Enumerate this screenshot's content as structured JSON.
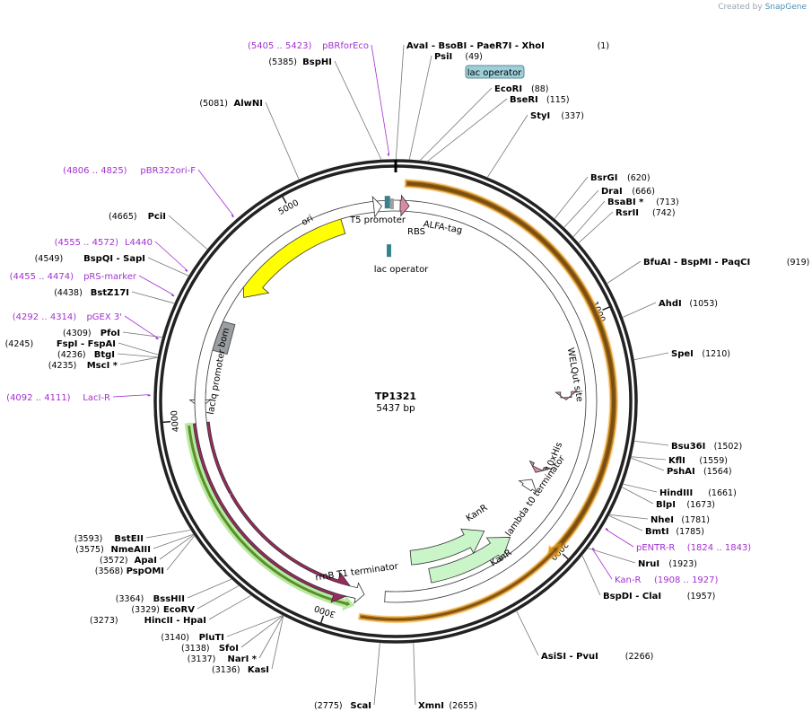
{
  "credit": {
    "prefix": "Created by",
    "brand": "SnapGene"
  },
  "plasmid": {
    "name": "TP1321",
    "length_label": "5437 bp",
    "length": 5437
  },
  "ticks": [
    1000,
    2000,
    3000,
    4000,
    5000
  ],
  "features": [
    {
      "name": "ori",
      "start": 4596,
      "end": 5184,
      "direction": "reverse",
      "color": "#ffff00"
    },
    {
      "name": "bom",
      "start": 4437,
      "end": 4330,
      "direction": "none",
      "color": "#9a9da1"
    },
    {
      "name": "lacIq promoter",
      "start": 4048,
      "end": 4126,
      "direction": "reverse",
      "color": "#ffffff"
    },
    {
      "name": "lacI",
      "start": 2900,
      "end": 3982,
      "direction": "reverse",
      "color": "#9b2a5e"
    },
    {
      "name": "rrnB T1 terminator",
      "start": 2858,
      "end": 2766,
      "direction": "reverse",
      "color": "#ffffff"
    },
    {
      "name": "KanR",
      "start": 2113,
      "end": 2550,
      "direction": "reverse",
      "color": "#c9f5c9"
    },
    {
      "name": "KanR",
      "start": 2200,
      "end": 2635,
      "direction": "reverse",
      "color": "#c9f5c9"
    },
    {
      "name": "lambda t0 terminator",
      "start": 1810,
      "end": 1865,
      "direction": "reverse",
      "color": "#ffffff"
    },
    {
      "name": "10xHis",
      "start": 1740,
      "end": 1766,
      "direction": "forward",
      "color": "#d98ba6"
    },
    {
      "name": "WELQut site",
      "start": 1340,
      "end": 1352,
      "direction": "forward",
      "color": "#d98ba6"
    },
    {
      "name": "T5 promoter",
      "start": 5340,
      "end": 5375,
      "direction": "forward",
      "color": "#ffffff"
    },
    {
      "name": "lac operator",
      "start": 5393,
      "end": 5410,
      "direction": "none",
      "color": "#39818f"
    },
    {
      "name": "RBS",
      "start": 5414,
      "end": 5428,
      "direction": "none",
      "color": "#a0a0a0"
    },
    {
      "name": "ALFA-tag",
      "start": 20,
      "end": 60,
      "direction": "forward",
      "color": "#d98ba6"
    }
  ],
  "labels": {
    "lac_operator_top": "lac operator",
    "lac_operator_inner": "lac operator"
  },
  "enzymes": [
    {
      "name": "AvaI  - BsoBI  - PaeR7I  - XhoI",
      "pos": "(1)"
    },
    {
      "name": "PsiI",
      "pos": "(49)"
    },
    {
      "name": "EcoRI",
      "pos": "(88)"
    },
    {
      "name": "BseRI",
      "pos": "(115)"
    },
    {
      "name": "StyI",
      "pos": "(337)"
    },
    {
      "name": "BsrGI",
      "pos": "(620)"
    },
    {
      "name": "DraI",
      "pos": "(666)"
    },
    {
      "name": "BsaBI *",
      "pos": "(713)"
    },
    {
      "name": "RsrII",
      "pos": "(742)"
    },
    {
      "name": "BfuAI  - BspMI  - PaqCI",
      "pos": "(919)"
    },
    {
      "name": "AhdI",
      "pos": "(1053)"
    },
    {
      "name": "SpeI",
      "pos": "(1210)"
    },
    {
      "name": "Bsu36I",
      "pos": "(1502)"
    },
    {
      "name": "KflI",
      "pos": "(1559)"
    },
    {
      "name": "PshAI",
      "pos": "(1564)"
    },
    {
      "name": "HindIII",
      "pos": "(1661)"
    },
    {
      "name": "BlpI",
      "pos": "(1673)"
    },
    {
      "name": "NheI",
      "pos": "(1781)"
    },
    {
      "name": "BmtI",
      "pos": "(1785)"
    },
    {
      "name": "NruI",
      "pos": "(1923)"
    },
    {
      "name": "BspDI  - ClaI",
      "pos": "(1957)"
    },
    {
      "name": "AsiSI  - PvuI",
      "pos": "(2266)"
    },
    {
      "name": "XmnI",
      "pos": "(2655)"
    },
    {
      "name": "ScaI",
      "pos": "(2775)"
    },
    {
      "name": "KasI",
      "pos": "(3136)"
    },
    {
      "name": "NarI *",
      "pos": "(3137)"
    },
    {
      "name": "SfoI",
      "pos": "(3138)"
    },
    {
      "name": "PluTI",
      "pos": "(3140)"
    },
    {
      "name": "HincII  - HpaI",
      "pos": "(3273)"
    },
    {
      "name": "EcoRV",
      "pos": "(3329)"
    },
    {
      "name": "BssHII",
      "pos": "(3364)"
    },
    {
      "name": "PspOMI",
      "pos": "(3568)"
    },
    {
      "name": "ApaI",
      "pos": "(3572)"
    },
    {
      "name": "NmeAIII",
      "pos": "(3575)"
    },
    {
      "name": "BstEII",
      "pos": "(3593)"
    },
    {
      "name": "MscI *",
      "pos": "(4235)"
    },
    {
      "name": "BtgI",
      "pos": "(4236)"
    },
    {
      "name": "FspI  - FspAI",
      "pos": "(4245)"
    },
    {
      "name": "PfoI",
      "pos": "(4309)"
    },
    {
      "name": "BstZ17I",
      "pos": "(4438)"
    },
    {
      "name": "BspQI  - SapI",
      "pos": "(4549)"
    },
    {
      "name": "PciI",
      "pos": "(4665)"
    },
    {
      "name": "AlwNI",
      "pos": "(5081)"
    },
    {
      "name": "BspHI",
      "pos": "(5385)"
    }
  ],
  "primers": [
    {
      "name": "pBRforEco",
      "range": "(5405 .. 5423)"
    },
    {
      "name": "pBR322ori-F",
      "range": "(4806 .. 4825)"
    },
    {
      "name": "L4440",
      "range": "(4555 .. 4572)"
    },
    {
      "name": "pRS-marker",
      "range": "(4455 .. 4474)"
    },
    {
      "name": "pGEX 3'",
      "range": "(4292 .. 4314)"
    },
    {
      "name": "LacI-R",
      "range": "(4092 .. 4111)"
    },
    {
      "name": "pENTR-R",
      "range": "(1824 .. 1843)"
    },
    {
      "name": "Kan-R",
      "range": "(1908 .. 1927)"
    }
  ],
  "colors": {
    "primer": "#a330d0",
    "orf_outline": "#f5a623",
    "lac_op_bg": "#9ecfd9"
  }
}
